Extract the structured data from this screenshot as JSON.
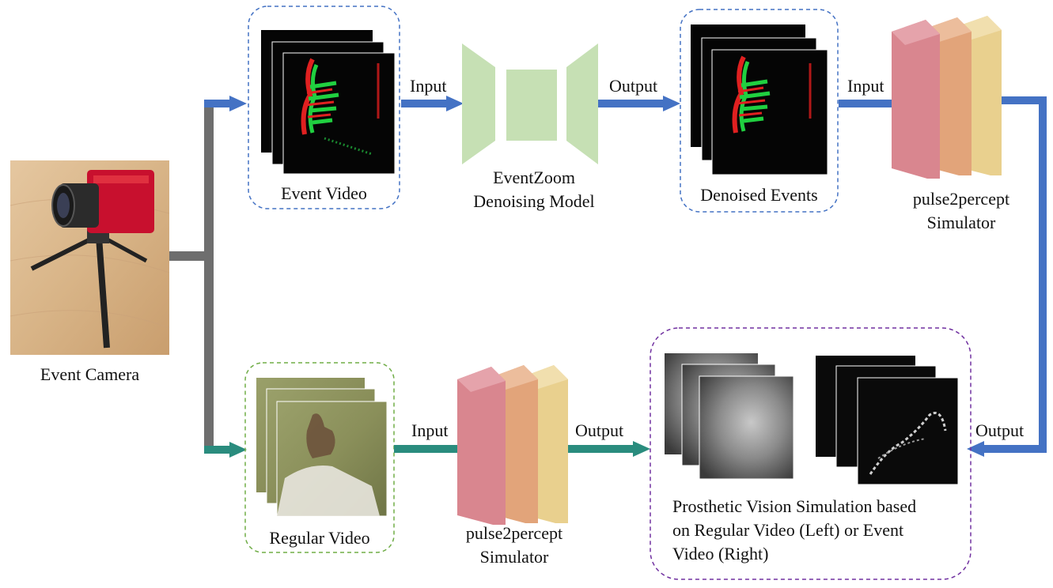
{
  "camera": {
    "label": "Event Camera"
  },
  "top_row": {
    "event_video_label": "Event Video",
    "input_label_1": "Input",
    "model_label_line1": "EventZoom",
    "model_label_line2": "Denoising Model",
    "output_label_1": "Output",
    "denoised_label": "Denoised Events",
    "input_label_2": "Input",
    "simulator_line1": "pulse2percept",
    "simulator_line2": "Simulator"
  },
  "right_connector": {
    "output_label": "Output"
  },
  "bottom_row": {
    "regular_video_label": "Regular Video",
    "input_label": "Input",
    "simulator_line1": "pulse2percept",
    "simulator_line2": "Simulator",
    "output_label": "Output",
    "result_line1": "Prosthetic Vision Simulation based",
    "result_line2": "on Regular Video (Left) or Event",
    "result_line3": "Video (Right)"
  },
  "colors": {
    "gray_connector": "#6e6e6e",
    "blue_arrow": "#4472c4",
    "teal_arrow": "#2a8c7e",
    "blue_dashed_box": "#4472c4",
    "green_dashed_box": "#70ad47",
    "purple_dashed_box": "#7030a0",
    "model_green": "#c6e0b4",
    "layer_pink": "#d9868f",
    "layer_orange": "#e2a47a",
    "layer_yellow": "#e9d08e"
  }
}
